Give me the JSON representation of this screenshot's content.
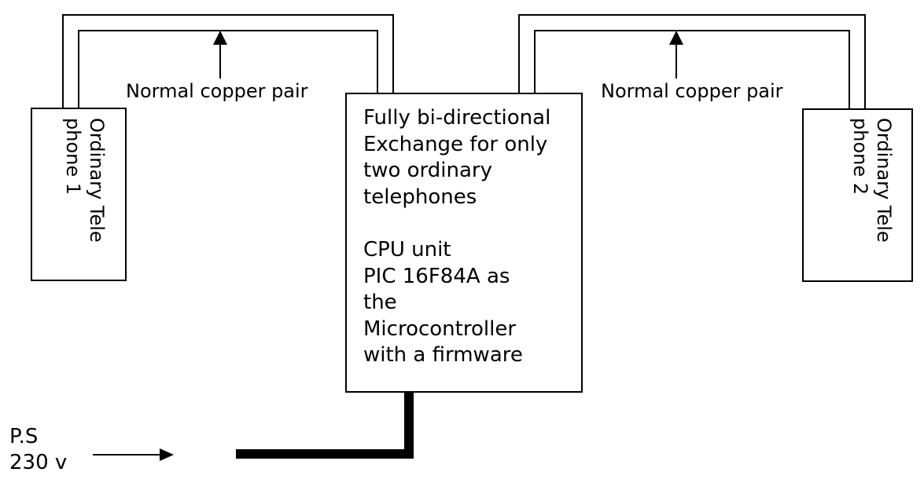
{
  "diagram": {
    "title": "Two-telephone exchange block diagram",
    "phone1": {
      "line1": "Ordinary Tele",
      "line2": "phone  1"
    },
    "phone2": {
      "line1": "Ordinary Tele",
      "line2": "phone  2"
    },
    "left_link_label": "Normal  copper pair",
    "right_link_label": "Normal  copper pair",
    "exchange": {
      "lines": [
        "Fully bi-directional",
        "Exchange for only",
        "two ordinary",
        "telephones",
        "",
        "CPU unit",
        "PIC  16F84A  as",
        "the",
        "Microcontroller",
        "with  a firmware"
      ]
    },
    "power_supply": {
      "line1": "P.S",
      "line2": "230 v"
    }
  },
  "colors": {
    "stroke": "#000000",
    "background": "#ffffff"
  }
}
